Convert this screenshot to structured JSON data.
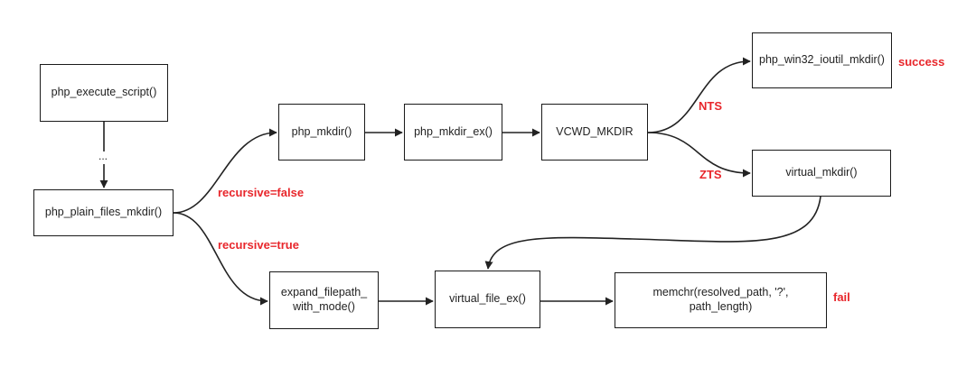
{
  "colors": {
    "stroke": "#222222",
    "label": "#e8262b"
  },
  "nodes": {
    "php_execute_script": "php_execute_script()",
    "php_plain_files_mkdir": "php_plain_files_mkdir()",
    "php_mkdir": "php_mkdir()",
    "php_mkdir_ex": "php_mkdir_ex()",
    "vcwd_mkdir": "VCWD_MKDIR",
    "php_win32_ioutil_mkdir": "php_win32_ioutil_mkdir()",
    "virtual_mkdir": "virtual_mkdir()",
    "expand_filepath_with_mode": "expand_filepath_\nwith_mode()",
    "virtual_file_ex": "virtual_file_ex()",
    "memchr": "memchr(resolved_path, '?',\npath_length)"
  },
  "ellipsis": "...",
  "labels": {
    "recursive_false": "recursive=false",
    "recursive_true": "recursive=true",
    "nts": "NTS",
    "zts": "ZTS",
    "success": "success",
    "fail": "fail"
  }
}
